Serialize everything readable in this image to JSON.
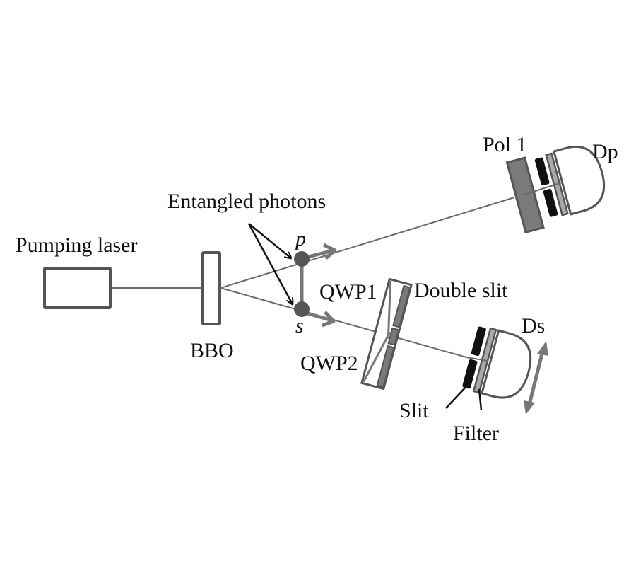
{
  "diagram": {
    "title": "Entangled photon double-slit experiment setup",
    "colors": {
      "outline": "#555555",
      "beam": "#6b6b6b",
      "component_fill": "#7a7a7a",
      "slit_fill": "#111111",
      "filter_fill": "#a9a9a9",
      "photon": "#555555",
      "arrow": "#777777",
      "label": "#111111",
      "background": "#ffffff"
    },
    "labels": {
      "pumping_laser": "Pumping laser",
      "bbo": "BBO",
      "entangled_photons": "Entangled photons",
      "photon_p": "p",
      "photon_s": "s",
      "qwp1": "QWP1",
      "qwp2": "QWP2",
      "double_slit": "Double slit",
      "pol1": "Pol 1",
      "detector_p": "Dp",
      "detector_s": "Ds",
      "slit": "Slit",
      "filter": "Filter"
    },
    "components": [
      {
        "id": "pumping-laser",
        "kind": "laser source"
      },
      {
        "id": "bbo",
        "kind": "nonlinear crystal"
      },
      {
        "id": "photon-p",
        "kind": "photon"
      },
      {
        "id": "photon-s",
        "kind": "photon"
      },
      {
        "id": "qwp1",
        "kind": "quarter-wave plate"
      },
      {
        "id": "qwp2",
        "kind": "quarter-wave plate"
      },
      {
        "id": "double-slit",
        "kind": "double slit"
      },
      {
        "id": "pol1",
        "kind": "polarizer"
      },
      {
        "id": "detector-p",
        "kind": "detector with slit and filter"
      },
      {
        "id": "detector-s",
        "kind": "movable detector with slit and filter"
      }
    ]
  }
}
